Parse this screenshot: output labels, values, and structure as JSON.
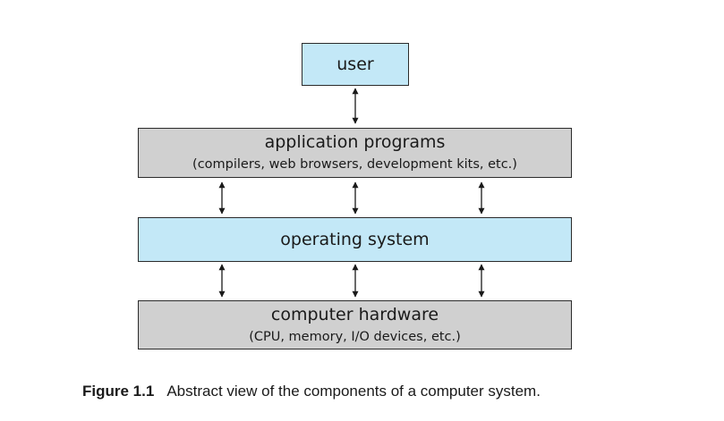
{
  "diagram": {
    "user": {
      "label": "user"
    },
    "application": {
      "label": "application programs",
      "detail": "(compilers, web browsers, development kits, etc.)"
    },
    "os": {
      "label": "operating system"
    },
    "hardware": {
      "label": "computer hardware",
      "detail": "(CPU, memory, I/O devices, etc.)"
    },
    "colors": {
      "blue_fill": "#c3e8f7",
      "gray_fill": "#d0d0d0",
      "stroke": "#2b2b2b"
    }
  },
  "caption": {
    "label": "Figure 1.1",
    "text": "Abstract view of the components of a computer system."
  }
}
